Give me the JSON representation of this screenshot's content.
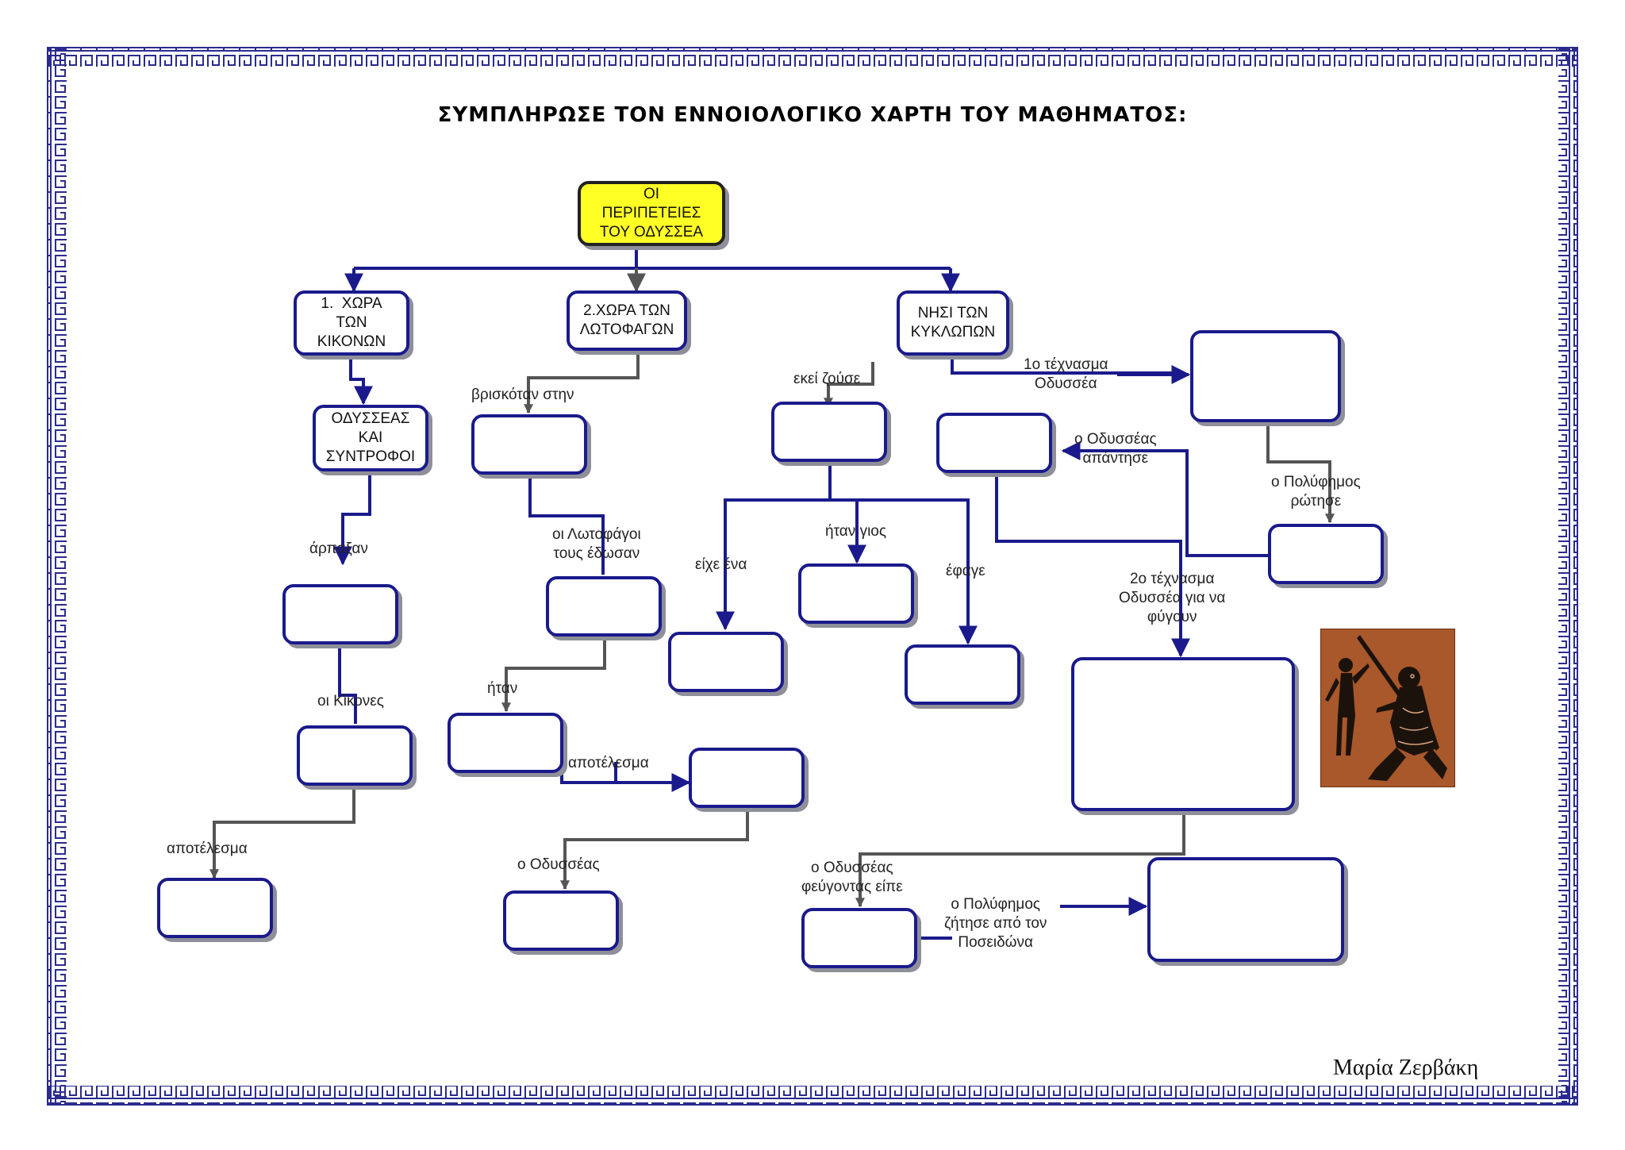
{
  "title": "ΣΥΜΠΛΗΡΩΣΕ ΤΟΝ ΕΝΝΟΙΟΛΟΓΙΚΟ ΧΑΡΤΗ ΤΟΥ ΜΑΘΗΜΑΤΟΣ:",
  "author": "Μαρία Ζερβάκη",
  "colors": {
    "border": "#1a1a8c",
    "root_fill": "#ffff26",
    "line": "#1a1a8c",
    "meander": "#2b2b8f"
  },
  "nodes": {
    "root": "ΟΙ\nΠΕΡΙΠΕΤΕΙΕΣ\nΤΟΥ ΟΔΥΣΣΕΑ",
    "kikones_land": "1.  ΧΩΡΑ\nΤΩΝ\nΚΙΚΟΝΩΝ",
    "lotofagoi_land": "2.ΧΩΡΑ ΤΩΝ\nΛΩΤΟΦΑΓΩΝ",
    "cyclops_island": "ΝΗΣΙ ΤΩΝ\nΚΥΚΛΩΠΩΝ",
    "odysseus_companions": "ΟΔΥΣΣΕΑΣ\nΚΑΙ\nΣΥΝΤΡΟΦΟΙ"
  },
  "labels": {
    "arpaxan": "άρπαξαν",
    "oi_kikones": "οι Κίκονες",
    "apotelesma_left": "αποτέλεσμα",
    "vriskotan": "βρισκόταν στην",
    "lotofagoi_edosan": "οι Λωτοφάγοι\nτους έδωσαν",
    "itan": "ήταν",
    "apotelesma_mid": "αποτέλεσμα",
    "o_odysseas": "ο Οδυσσέας",
    "ekei_zouse": "εκεί ζούσε",
    "eixe_ena": "είχε ένα",
    "itan_gios": "ήταν γιος",
    "efage": "έφαγε",
    "texnasma1": "1ο τέχνασμα\nΟδυσσέα",
    "odysseas_apantise": "ο Οδυσσέας\nαπάντησε",
    "polyfimos_rotise": "ο Πολύφημος\nρώτησε",
    "texnasma2": "2ο τέχνασμα\nΟδυσσέα για να\nφύγουν",
    "odysseas_feugontas": "ο Οδυσσέας\nφεύγοντας είπε",
    "polyfimos_zitise": "ο Πολύφημος\nζήτησε από τον\nΠοσειδώνα"
  }
}
